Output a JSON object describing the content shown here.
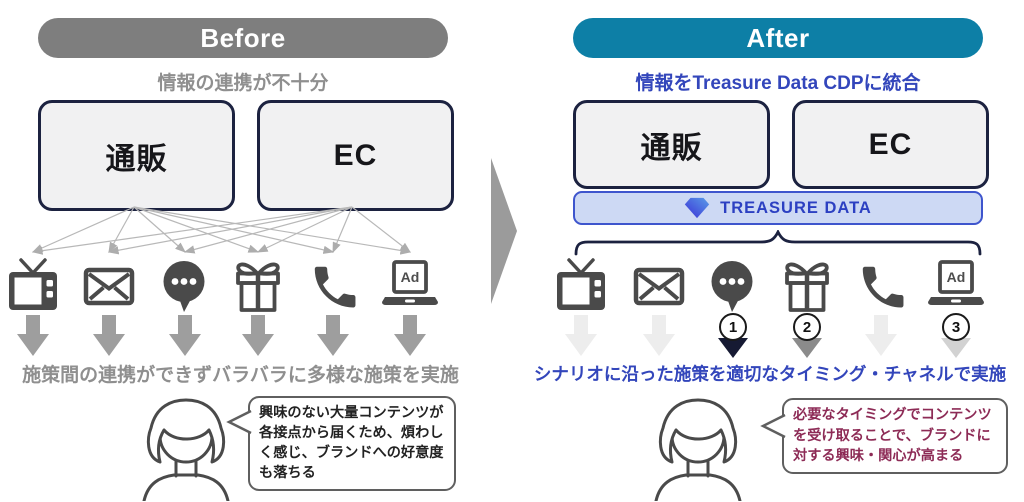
{
  "before": {
    "title": "Before",
    "caption_top": "情報の連携が不十分",
    "box_left": "通販",
    "box_right": "EC",
    "caption_bottom": "施策間の連携ができずバラバラに多様な施策を実施",
    "bubble_lines": [
      "興味のない大量コンテンツが",
      "各接点から届くため、煩わし",
      "く感じ、ブランドへの好意度",
      "も落ちる"
    ]
  },
  "after": {
    "title": "After",
    "caption_top": "情報をTreasure Data CDPに統合",
    "box_left": "通販",
    "box_right": "EC",
    "td_bar_label": "TREASURE DATA",
    "steps": [
      "1",
      "2",
      "3"
    ],
    "caption_bottom": "シナリオに沿った施策を適切なタイミング・チャネルで実施",
    "bubble_lines": [
      "必要なタイミングでコンテンツ",
      "を受け取ることで、ブランドに",
      "対する興味・関心が高まる"
    ]
  },
  "icons": {
    "ad_label": "Ad",
    "channels": [
      "tv",
      "mail",
      "chat",
      "gift",
      "phone",
      "ad-laptop"
    ]
  },
  "colors": {
    "before_pill": "#7e7e7e",
    "after_pill": "#0d7fa6",
    "gray_text": "#8f8f8f",
    "blue_text": "#3346bb",
    "box_border": "#1c2240",
    "td_bar_bg": "#cdd9f4",
    "td_bar_border": "#3e55cd",
    "td_text": "#2c40c2",
    "maroon_text": "#8d2b56",
    "icon_gray": "#4a4a4a",
    "arrow_gray": "#9e9e9e"
  }
}
